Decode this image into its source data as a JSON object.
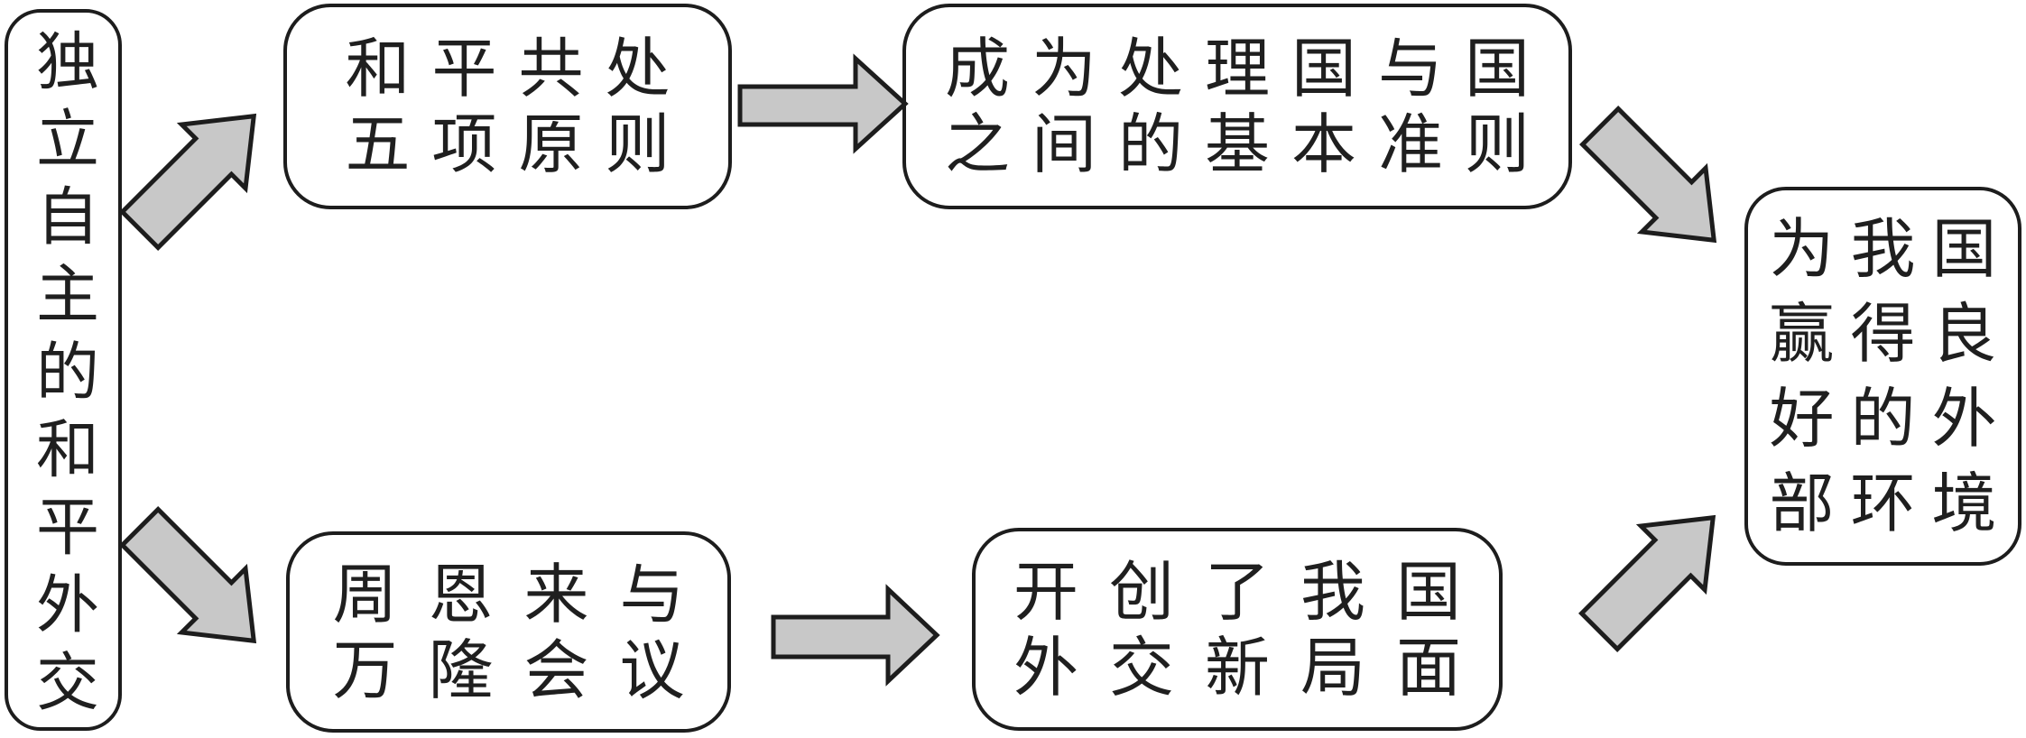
{
  "diagram": {
    "type": "flowchart",
    "nodes": {
      "source": {
        "text": "独立自主的和平外交"
      },
      "top1": {
        "lines": [
          "和平共处",
          "五项原则"
        ]
      },
      "top2": {
        "lines": [
          "成为处理国与国",
          "之间的基本准则"
        ]
      },
      "bottom1": {
        "lines": [
          "周恩来与",
          "万隆会议"
        ]
      },
      "bottom2": {
        "lines": [
          "开创了我国",
          "外交新局面"
        ]
      },
      "result": {
        "lines": [
          "为我国",
          "赢得良",
          "好的外",
          "部环境"
        ]
      }
    },
    "arrows": [
      {
        "from": "source",
        "to": "top1",
        "direction": "up-right"
      },
      {
        "from": "source",
        "to": "bottom1",
        "direction": "down-right"
      },
      {
        "from": "top1",
        "to": "top2",
        "direction": "right"
      },
      {
        "from": "bottom1",
        "to": "bottom2",
        "direction": "right"
      },
      {
        "from": "top2",
        "to": "result",
        "direction": "down-right"
      },
      {
        "from": "bottom2",
        "to": "result",
        "direction": "up-right"
      }
    ],
    "colors": {
      "background": "#ffffff",
      "box_fill": "#ffffff",
      "box_border": "#1d1d1d",
      "text": "#1f1f1f",
      "arrow_fill": "#c8c8c8",
      "arrow_stroke": "#1d1d1d"
    }
  }
}
